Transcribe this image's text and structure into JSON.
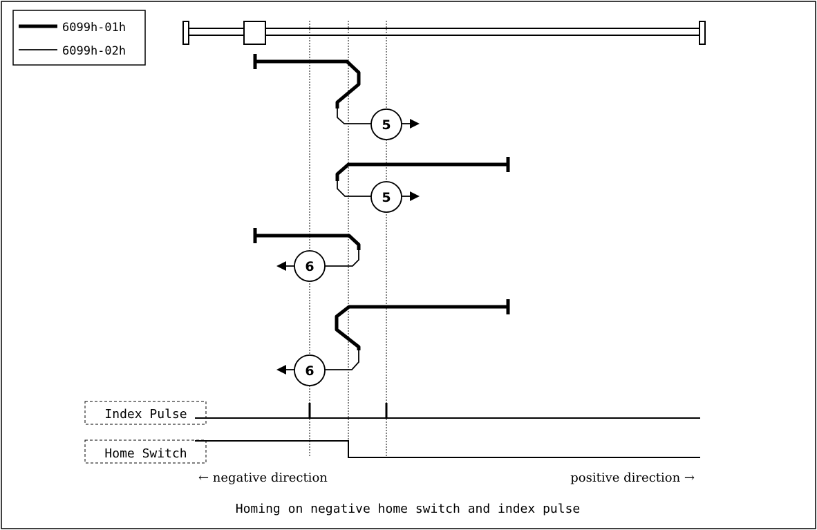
{
  "legend": {
    "items": [
      {
        "label": "6099h-01h",
        "style": "thick"
      },
      {
        "label": "6099h-02h",
        "style": "thin"
      }
    ]
  },
  "signals": {
    "index_pulse_label": "Index Pulse",
    "home_switch_label": "Home Switch"
  },
  "directions": {
    "negative": "← negative direction",
    "positive": "positive direction →"
  },
  "methods": [
    {
      "number": "5",
      "final_direction": "positive"
    },
    {
      "number": "5",
      "final_direction": "positive"
    },
    {
      "number": "6",
      "final_direction": "negative"
    },
    {
      "number": "6",
      "final_direction": "negative"
    }
  ],
  "caption": "Homing on negative home switch and index pulse",
  "colors": {
    "line": "#000000",
    "background": "#ffffff"
  }
}
